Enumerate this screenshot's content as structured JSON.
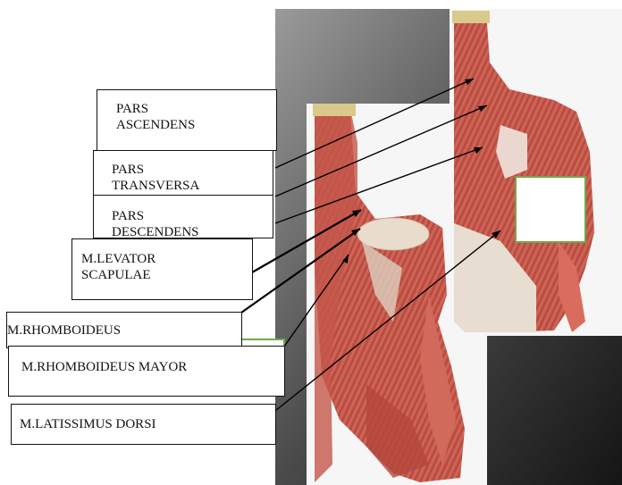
{
  "labels": {
    "pars_ascendens": "PARS\nASCENDENS",
    "pars_transversa": "PARS\nTRANSVERSA",
    "pars_descendens": "PARS\nDESCENDENS",
    "levator_scapulae": "M.LEVATOR\nSCAPULAE",
    "rhomboideus": "M.RHOMBOIDEUS",
    "rhomboideus_mayor": "M.RHOMBOIDEUS MAYOR",
    "latissimus_dorsi": "M.LATISSIMUS DORSI"
  },
  "colors": {
    "backdrop_dark": "#1a1a1a",
    "backdrop_light": "#8a8a8a",
    "muscle": "#c9574a",
    "muscle_light": "#e0837a",
    "tendon": "#e8ddd0",
    "bone": "#d9c98a",
    "placeholder_border": "#6fa84a",
    "line": "#000000"
  }
}
